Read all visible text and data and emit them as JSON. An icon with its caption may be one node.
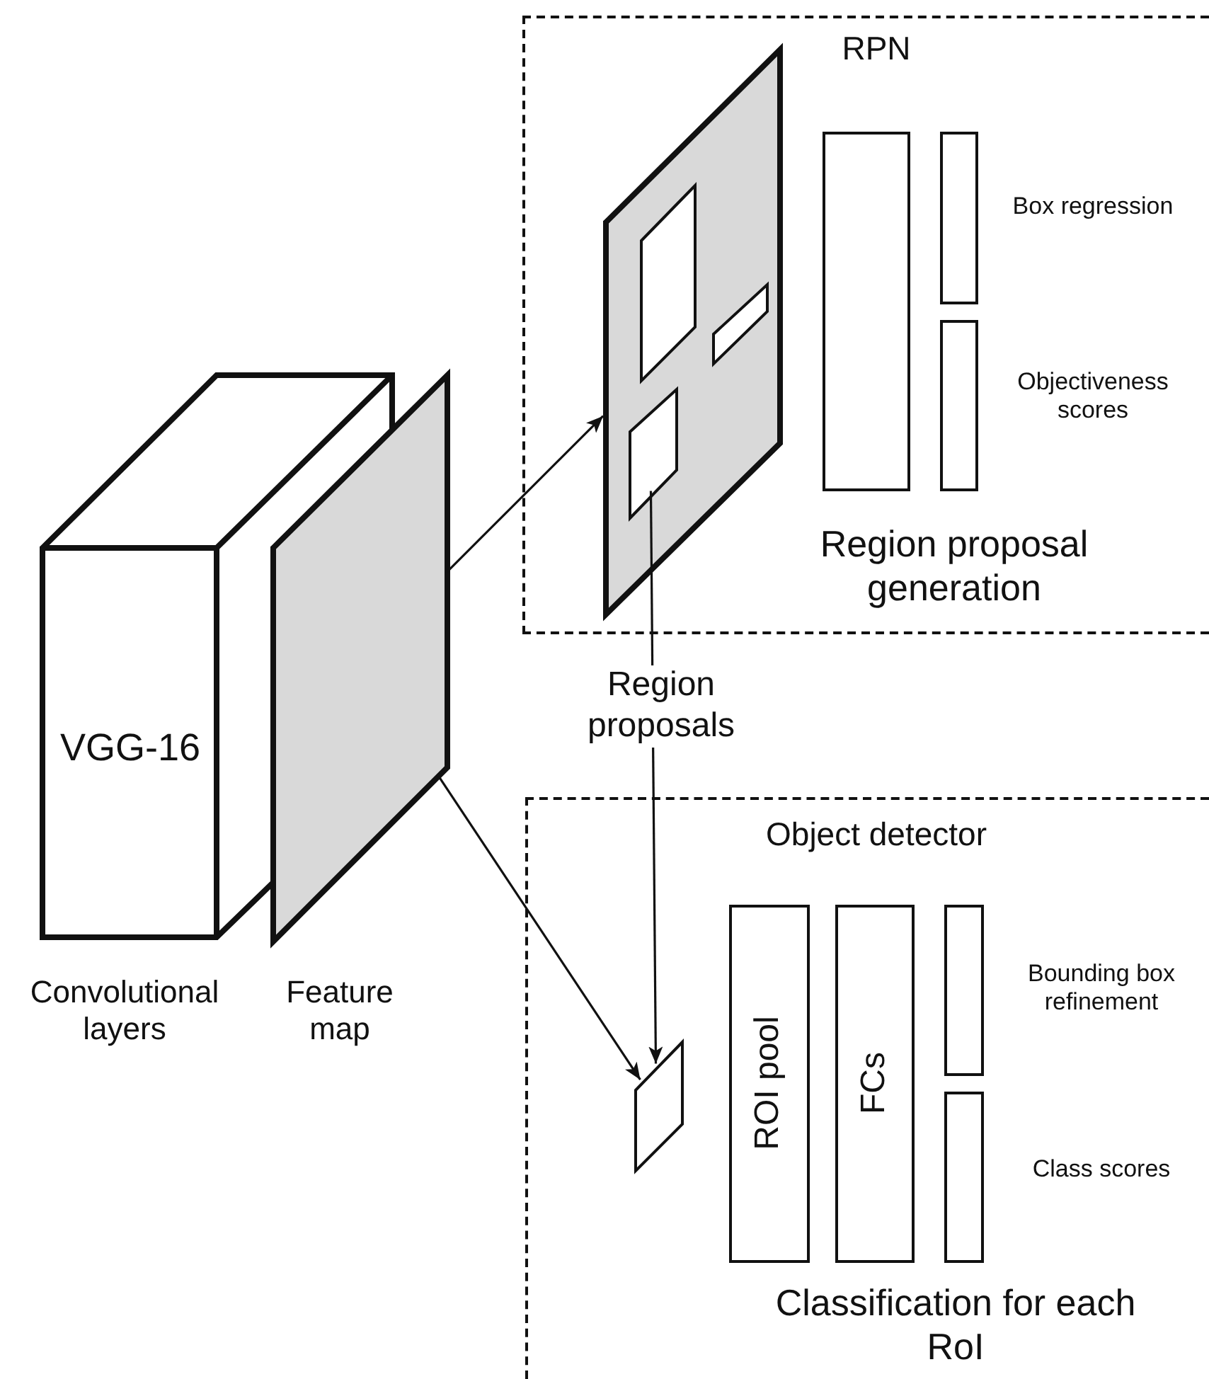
{
  "diagram": {
    "nodes": [
      {
        "text": [
          "VGG-16",
          "Convolutional layers"
        ]
      },
      {
        "text": [
          "Feature map"
        ]
      },
      {
        "text": [
          "RPN",
          "Region proposal generation"
        ]
      },
      {
        "text": [],
        "shape": "box",
        "in": 2
      },
      {
        "text": [],
        "shape": "box",
        "in": 3
      },
      {
        "text": [],
        "shape": "box",
        "in": 3
      },
      {
        "text": [],
        "shape": "box",
        "in": 3
      },
      {
        "text": [],
        "shape": "box",
        "in": 2
      },
      {
        "text": [
          "Box regression"
        ],
        "in": 2
      },
      {
        "text": [
          "Objectiveness scores"
        ],
        "in": 2
      },
      {
        "text": [
          "Object detector",
          "Classification for each RoI"
        ]
      },
      {
        "text": [],
        "shape": "box",
        "in": 10
      },
      {
        "text": [
          "ROI pool"
        ],
        "in": 10
      },
      {
        "text": [
          "FCs"
        ],
        "in": 10
      },
      {
        "text": [
          "Bounding box refinement"
        ],
        "in": 10
      },
      {
        "text": [
          "Class scores"
        ],
        "in": 10
      }
    ],
    "edges": [
      {
        "from": 1,
        "to": 3,
        "arrow": "to"
      },
      {
        "from": 6,
        "to": 11,
        "arrow": "to",
        "label": "Region proposals"
      },
      {
        "from": 1,
        "to": 11,
        "arrow": "to"
      }
    ]
  }
}
